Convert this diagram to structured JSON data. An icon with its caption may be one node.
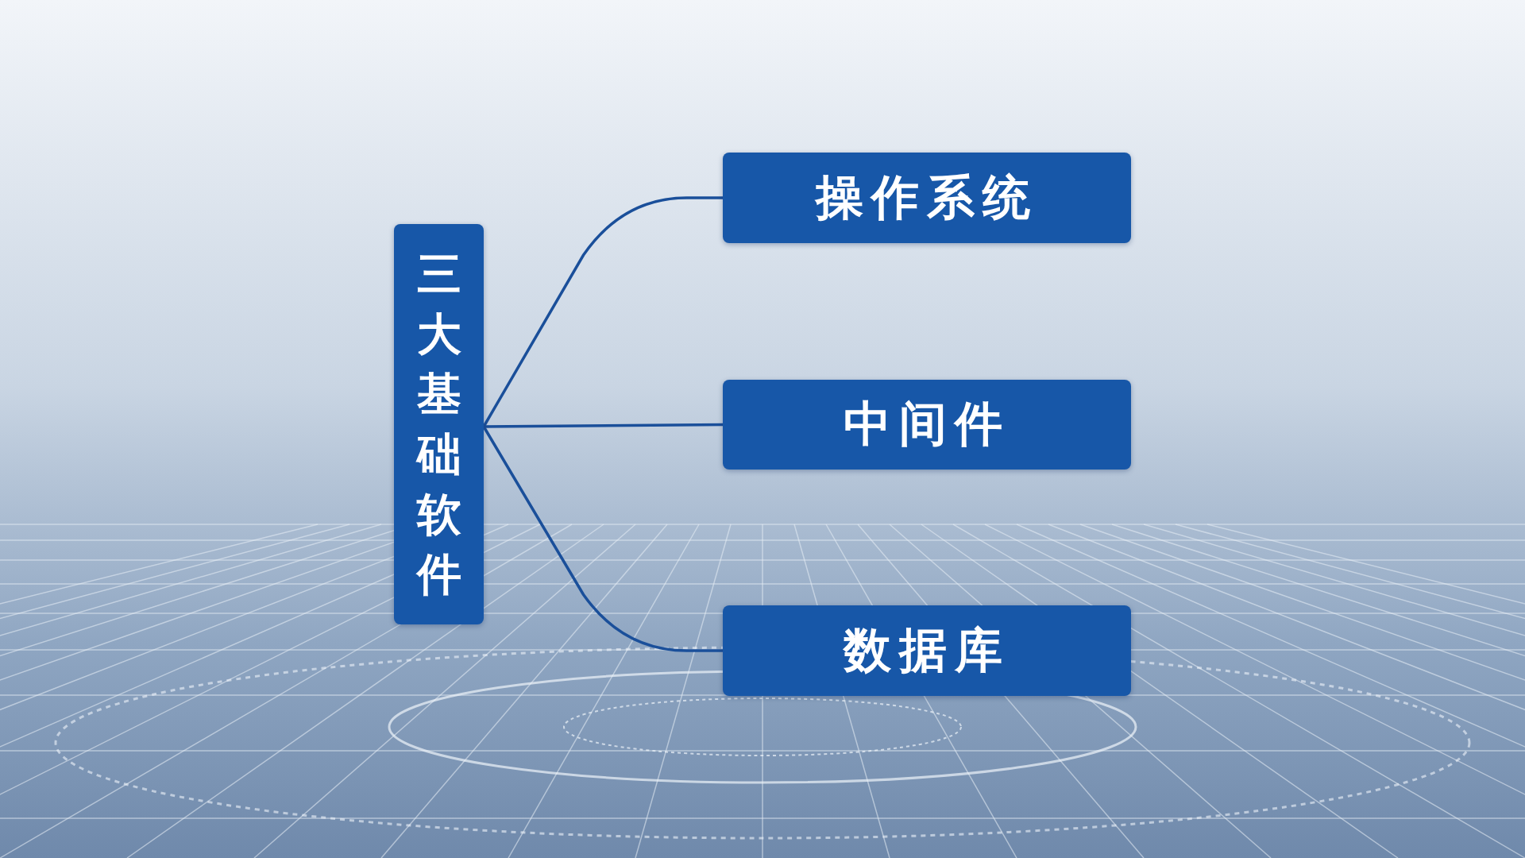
{
  "diagram": {
    "nodes": [
      {
        "text": [
          "三大基础软件"
        ]
      },
      {
        "text": [
          "操作系统"
        ]
      },
      {
        "text": [
          "中间件"
        ]
      },
      {
        "text": [
          "数据库"
        ]
      }
    ],
    "edges": [
      {
        "from": 0,
        "to": 1,
        "arrow": "none"
      },
      {
        "from": 0,
        "to": 2,
        "arrow": "none"
      },
      {
        "from": 0,
        "to": 3,
        "arrow": "none"
      }
    ]
  }
}
